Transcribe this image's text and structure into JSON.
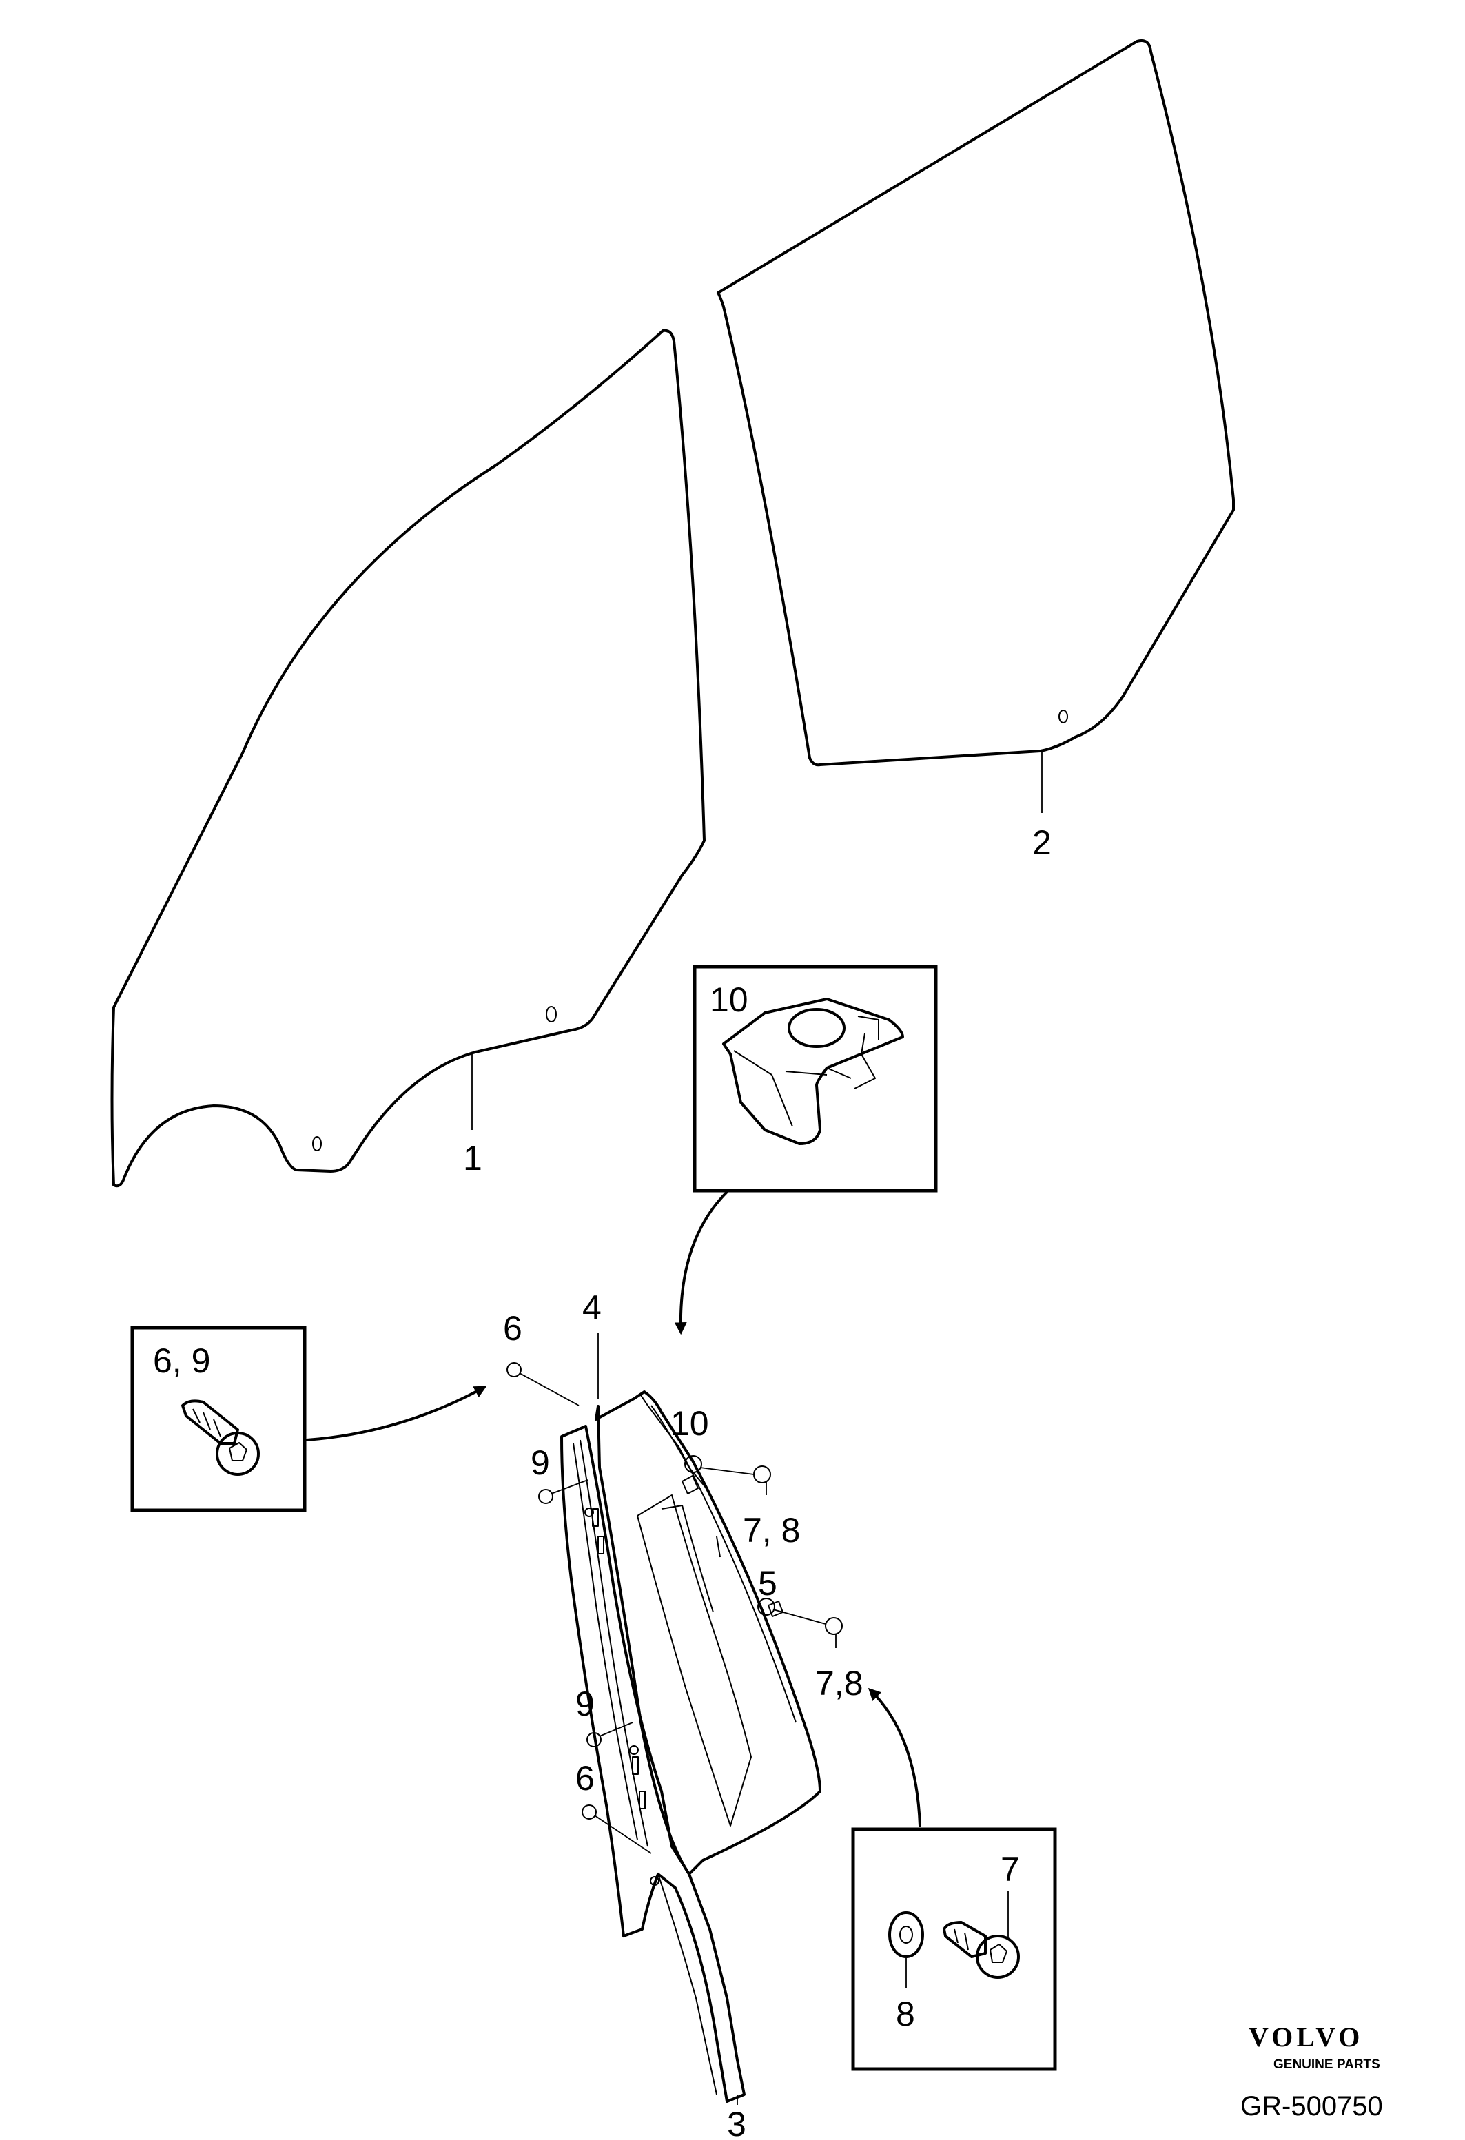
{
  "callouts": {
    "c1": "1",
    "c2": "2",
    "c3": "3",
    "c4": "4",
    "c5": "5",
    "c6_top": "6",
    "c6_bottom": "6",
    "c9_top": "9",
    "c9_bottom": "9",
    "c10": "10",
    "c78_top": "7, 8",
    "c78_bottom": "7,8"
  },
  "insets": {
    "clip": {
      "label": "10"
    },
    "screw": {
      "label": "6, 9"
    },
    "screw_washer": {
      "label_screw": "7",
      "label_washer": "8"
    }
  },
  "brand": {
    "name": "VOLVO",
    "tagline": "GENUINE PARTS"
  },
  "reference": "GR-500750",
  "icons": [
    "arrow-icon",
    "screw-icon",
    "washer-icon",
    "clip-icon"
  ]
}
